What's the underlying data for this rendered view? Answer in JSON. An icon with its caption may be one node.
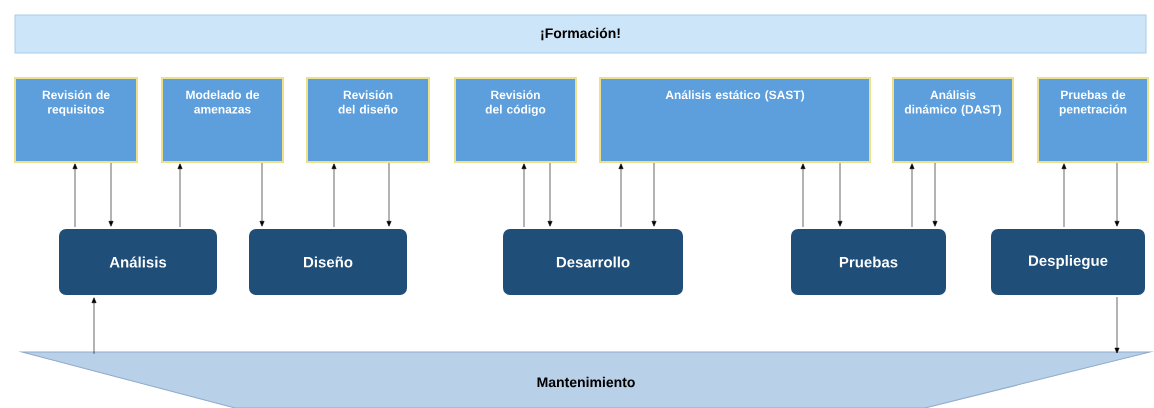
{
  "diagram": {
    "nodes": [
      {
        "text": [
          "¡Formación!"
        ]
      },
      {
        "text": [
          "Revisión de requisitos"
        ]
      },
      {
        "text": [
          "Modelado de amenazas"
        ]
      },
      {
        "text": [
          "Revisión del diseño"
        ]
      },
      {
        "text": [
          "Revisión del código"
        ]
      },
      {
        "text": [
          "Análisis estático (SAST)"
        ]
      },
      {
        "text": [
          "Análisis dinámico (DAST)"
        ]
      },
      {
        "text": [
          "Pruebas de penetración"
        ]
      },
      {
        "text": [
          "Análisis"
        ]
      },
      {
        "text": [
          "Diseño"
        ]
      },
      {
        "text": [
          "Desarrollo"
        ]
      },
      {
        "text": [
          "Pruebas"
        ]
      },
      {
        "text": [
          "Despliegue"
        ]
      },
      {
        "text": [
          "Mantenimiento"
        ]
      }
    ],
    "edges": [
      {
        "from": 8,
        "to": 1,
        "arrow": "to"
      },
      {
        "from": 1,
        "to": 8,
        "arrow": "to"
      },
      {
        "from": 8,
        "to": 2,
        "arrow": "to"
      },
      {
        "from": 2,
        "to": 9,
        "arrow": "to"
      },
      {
        "from": 9,
        "to": 3,
        "arrow": "to"
      },
      {
        "from": 3,
        "to": 9,
        "arrow": "to"
      },
      {
        "from": 10,
        "to": 4,
        "arrow": "to"
      },
      {
        "from": 4,
        "to": 10,
        "arrow": "to"
      },
      {
        "from": 10,
        "to": 5,
        "arrow": "to"
      },
      {
        "from": 5,
        "to": 10,
        "arrow": "to"
      },
      {
        "from": 11,
        "to": 5,
        "arrow": "to"
      },
      {
        "from": 5,
        "to": 11,
        "arrow": "to"
      },
      {
        "from": 11,
        "to": 6,
        "arrow": "to"
      },
      {
        "from": 6,
        "to": 11,
        "arrow": "to"
      },
      {
        "from": 12,
        "to": 7,
        "arrow": "to"
      },
      {
        "from": 7,
        "to": 12,
        "arrow": "to"
      },
      {
        "from": 13,
        "to": 8,
        "arrow": "to"
      },
      {
        "from": 12,
        "to": 13,
        "arrow": "to"
      }
    ]
  }
}
